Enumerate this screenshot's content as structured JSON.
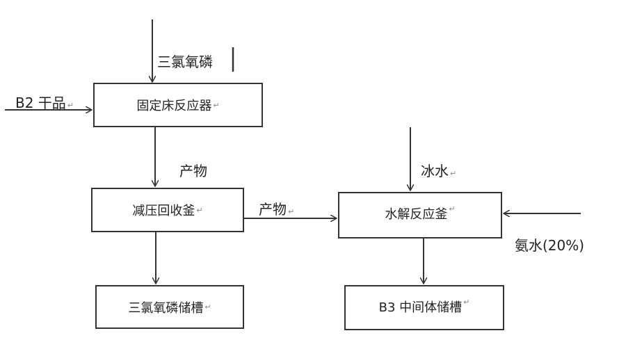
{
  "diagram": {
    "nodes": {
      "fixed_bed_reactor": "固定床反应器",
      "vacuum_recovery_kettle": "减压回收釜",
      "pocl3_storage_tank": "三氯氧磷储槽",
      "hydrolysis_kettle": "水解反应釜",
      "b3_intermediate_tank": "B3 中间体储槽"
    },
    "inputs": {
      "pocl3": "三氯氧磷",
      "b2_dry": "B2 干品",
      "ice_water": "冰水",
      "ammonia_water": "氨水(20%)"
    },
    "edges": {
      "product_1": "产物",
      "product_2": "产物"
    }
  }
}
